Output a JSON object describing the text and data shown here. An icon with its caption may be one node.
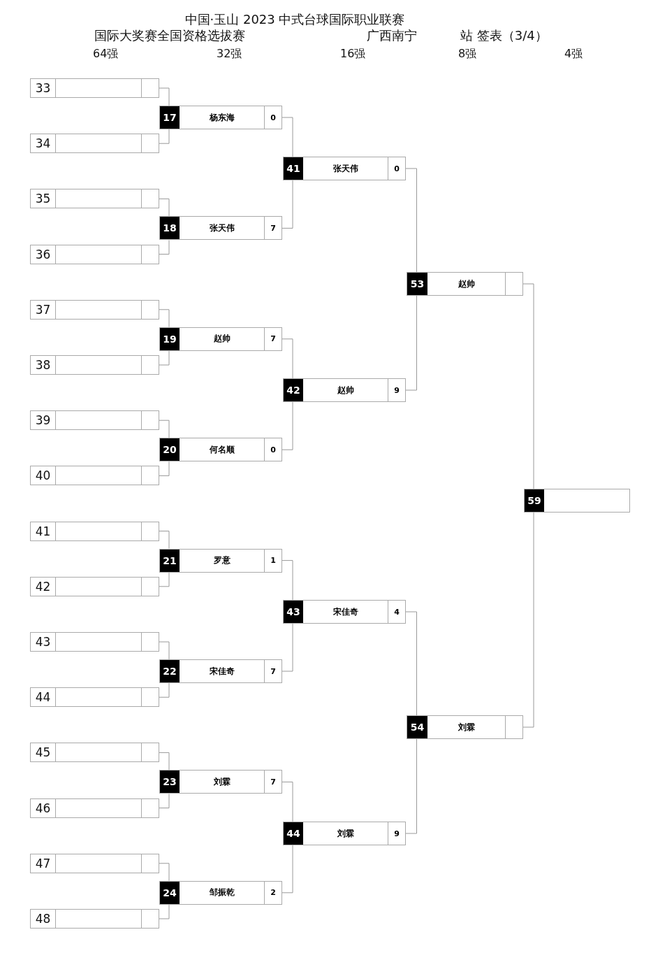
{
  "diagram": {
    "title": "中国·玉山 2023 中式台球国际职业联赛",
    "nodes": [
      {
        "text": [
          "33"
        ]
      },
      {
        "text": [
          "34"
        ]
      },
      {
        "text": [
          "35"
        ]
      },
      {
        "text": [
          "36"
        ]
      },
      {
        "text": [
          "37"
        ]
      },
      {
        "text": [
          "38"
        ]
      },
      {
        "text": [
          "39"
        ]
      },
      {
        "text": [
          "40"
        ]
      },
      {
        "text": [
          "41"
        ]
      },
      {
        "text": [
          "42"
        ]
      },
      {
        "text": [
          "43"
        ]
      },
      {
        "text": [
          "44"
        ]
      },
      {
        "text": [
          "45"
        ]
      },
      {
        "text": [
          "46"
        ]
      },
      {
        "text": [
          "47"
        ]
      },
      {
        "text": [
          "48"
        ]
      },
      {
        "text": [
          "17",
          "杨东海",
          "0"
        ]
      },
      {
        "text": [
          "18",
          "张天伟",
          "7"
        ]
      },
      {
        "text": [
          "19",
          "赵帅",
          "7"
        ]
      },
      {
        "text": [
          "20",
          "何名顺",
          "0"
        ]
      },
      {
        "text": [
          "21",
          "罗意",
          "1"
        ]
      },
      {
        "text": [
          "22",
          "宋佳奇",
          "7"
        ]
      },
      {
        "text": [
          "23",
          "刘霖",
          "7"
        ]
      },
      {
        "text": [
          "24",
          "邹振乾",
          "2"
        ]
      },
      {
        "text": [
          "41",
          "张天伟",
          "0"
        ]
      },
      {
        "text": [
          "42",
          "赵帅",
          "9"
        ]
      },
      {
        "text": [
          "43",
          "宋佳奇",
          "4"
        ]
      },
      {
        "text": [
          "44",
          "刘霖",
          "9"
        ]
      },
      {
        "text": [
          "53",
          "赵帅"
        ]
      },
      {
        "text": [
          "54",
          "刘霖"
        ]
      },
      {
        "text": [
          "59"
        ]
      }
    ],
    "edges": [
      {
        "from": 0,
        "to": 16,
        "arrow": "none"
      },
      {
        "from": 1,
        "to": 16,
        "arrow": "none"
      },
      {
        "from": 2,
        "to": 17,
        "arrow": "none"
      },
      {
        "from": 3,
        "to": 17,
        "arrow": "none"
      },
      {
        "from": 4,
        "to": 18,
        "arrow": "none"
      },
      {
        "from": 5,
        "to": 18,
        "arrow": "none"
      },
      {
        "from": 6,
        "to": 19,
        "arrow": "none"
      },
      {
        "from": 7,
        "to": 19,
        "arrow": "none"
      },
      {
        "from": 8,
        "to": 20,
        "arrow": "none"
      },
      {
        "from": 9,
        "to": 20,
        "arrow": "none"
      },
      {
        "from": 10,
        "to": 21,
        "arrow": "none"
      },
      {
        "from": 11,
        "to": 21,
        "arrow": "none"
      },
      {
        "from": 12,
        "to": 22,
        "arrow": "none"
      },
      {
        "from": 13,
        "to": 22,
        "arrow": "none"
      },
      {
        "from": 14,
        "to": 23,
        "arrow": "none"
      },
      {
        "from": 15,
        "to": 23,
        "arrow": "none"
      },
      {
        "from": 16,
        "to": 24,
        "arrow": "none"
      },
      {
        "from": 17,
        "to": 24,
        "arrow": "none"
      },
      {
        "from": 18,
        "to": 25,
        "arrow": "none"
      },
      {
        "from": 19,
        "to": 25,
        "arrow": "none"
      },
      {
        "from": 20,
        "to": 26,
        "arrow": "none"
      },
      {
        "from": 21,
        "to": 26,
        "arrow": "none"
      },
      {
        "from": 22,
        "to": 27,
        "arrow": "none"
      },
      {
        "from": 23,
        "to": 27,
        "arrow": "none"
      },
      {
        "from": 24,
        "to": 28,
        "arrow": "none"
      },
      {
        "from": 25,
        "to": 28,
        "arrow": "none"
      },
      {
        "from": 26,
        "to": 29,
        "arrow": "none"
      },
      {
        "from": 27,
        "to": 29,
        "arrow": "none"
      },
      {
        "from": 28,
        "to": 30,
        "arrow": "none"
      },
      {
        "from": 29,
        "to": 30,
        "arrow": "none"
      }
    ],
    "labels": [
      "国际大奖赛全国资格选拔赛",
      "广西南宁",
      "站 签表（3/4）",
      "64强",
      "32强",
      "16强",
      "8强",
      "4强"
    ]
  }
}
